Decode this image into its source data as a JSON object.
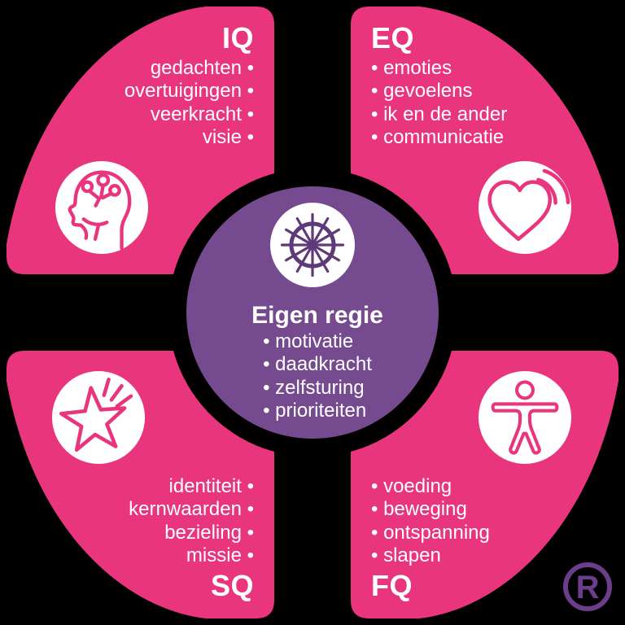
{
  "diagram": {
    "background_color": "#000000",
    "colors": {
      "pink": "#E8357E",
      "purple": "#764A8F",
      "icon_stroke_pink": "#E8357E",
      "helm_purple": "#5E3A78",
      "registered_purple": "#6B3D8A",
      "text": "#FFFFFF",
      "icon_circle_fill": "#FFFFFF"
    },
    "center": {
      "title": "Eigen regie",
      "icon": "helm-icon",
      "items": [
        "motivatie",
        "daadkracht",
        "zelfsturing",
        "prioriteiten"
      ]
    },
    "quadrants": [
      {
        "code": "IQ",
        "position": "top-left",
        "icon": "head-brain-icon",
        "items": [
          "gedachten",
          "overtuigingen",
          "veerkracht",
          "visie"
        ]
      },
      {
        "code": "EQ",
        "position": "top-right",
        "icon": "heart-waves-icon",
        "items": [
          "emoties",
          "gevoelens",
          "ik en de ander",
          "communicatie"
        ]
      },
      {
        "code": "SQ",
        "position": "bottom-left",
        "icon": "star-spark-icon",
        "items": [
          "identiteit",
          "kernwaarden",
          "bezieling",
          "missie"
        ]
      },
      {
        "code": "FQ",
        "position": "bottom-right",
        "icon": "human-figure-icon",
        "items": [
          "voeding",
          "beweging",
          "ontspanning",
          "slapen"
        ]
      }
    ],
    "registered_mark": "R",
    "bullet_char": "•"
  }
}
